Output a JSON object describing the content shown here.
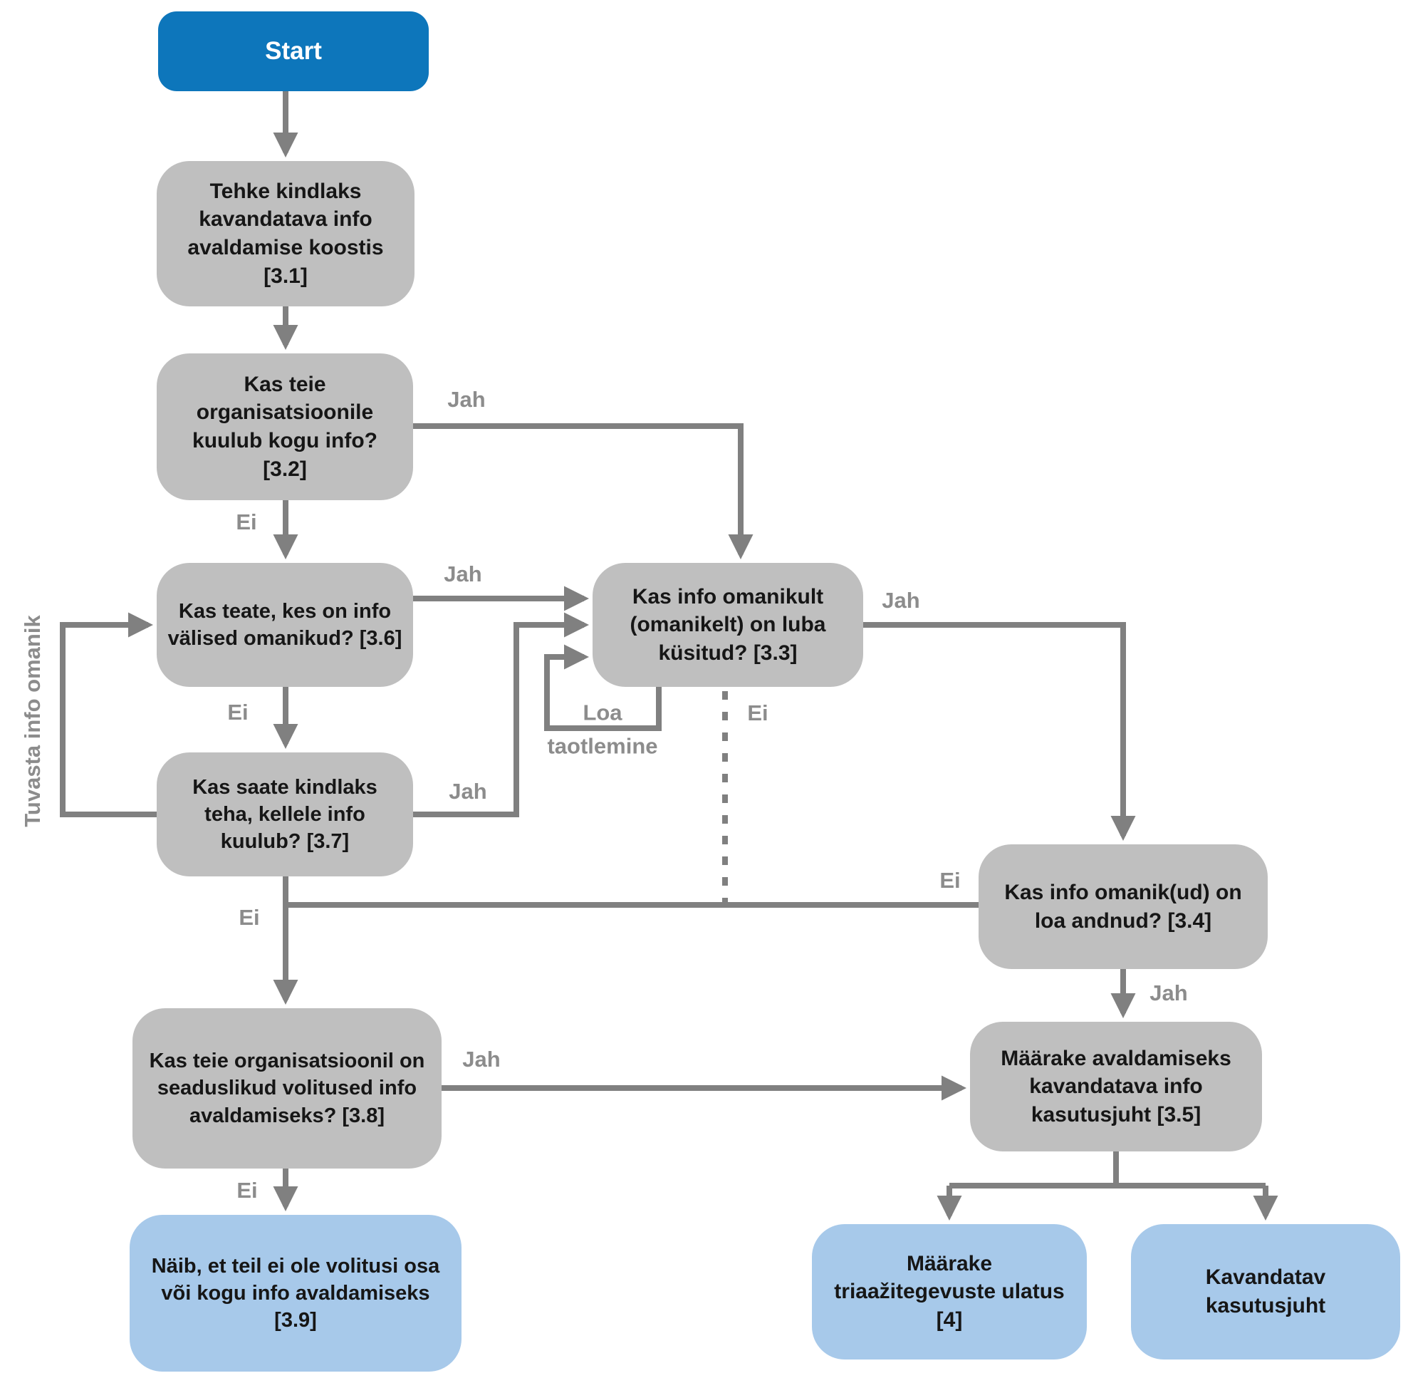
{
  "diagram": {
    "colors": {
      "start_fill": "#0d76bb",
      "start_text": "#ffffff",
      "process_fill": "#bfbfbf",
      "result_fill": "#a7c9ea",
      "connector": "#808080",
      "edge_label_text": "#8c8c8c",
      "node_text": "#161616"
    },
    "nodes": {
      "start": {
        "label": "Start"
      },
      "n31": {
        "label": "Tehke kindlaks kavandatava info avaldamise koostis [3.1]"
      },
      "n32": {
        "label": "Kas teie organisatsioonile kuulub kogu info? [3.2]"
      },
      "n33": {
        "label": "Kas info omanikult (omanikelt) on luba küsitud? [3.3]"
      },
      "n34": {
        "label": "Kas info omanik(ud) on loa andnud? [3.4]"
      },
      "n35": {
        "label": "Määrake avaldamiseks kavandatava info kasutusjuht [3.5]"
      },
      "n36": {
        "label": "Kas teate, kes on info välised omanikud? [3.6]"
      },
      "n37": {
        "label": "Kas saate kindlaks teha, kellele info kuulub? [3.7]"
      },
      "n38": {
        "label": "Kas teie organisatsioonil on seaduslikud volitused info avaldamiseks? [3.8]"
      },
      "n39": {
        "label": "Näib, et teil ei ole volitusi osa või kogu info avaldamiseks [3.9]"
      },
      "n4": {
        "label": "Määrake triaažitegevuste ulatus [4]"
      },
      "nkav": {
        "label": "Kavandatav kasutusjuht"
      }
    },
    "edge_labels": {
      "jah_32_33": "Jah",
      "ei_32_36": "Ei",
      "jah_36_33": "Jah",
      "ei_36_37": "Ei",
      "jah_37_33": "Jah",
      "ei_37_38": "Ei",
      "jah_33_34": "Jah",
      "ei_33_dashed": "Ei",
      "loa_loop": "Loa taotlemine",
      "ei_to_34": "Ei",
      "jah_34_35": "Jah",
      "jah_38_35": "Jah",
      "ei_38_39": "Ei",
      "tuvasta_feedback": "Tuvasta info omanik"
    }
  }
}
